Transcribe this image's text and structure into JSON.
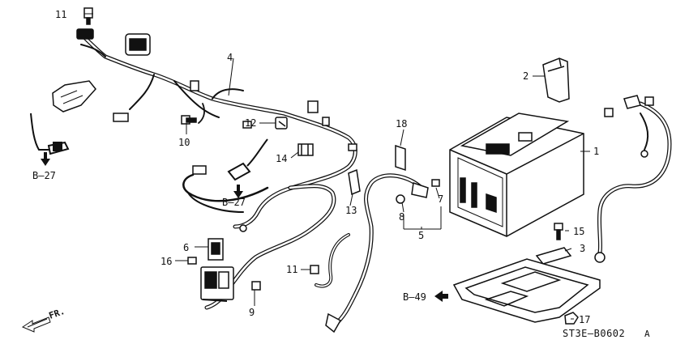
{
  "diagram": {
    "code": "ST3E–B0602",
    "code_suffix": "A",
    "front_marker": "FR.",
    "refs": {
      "b27_left": "B–27",
      "b27_center": "B–27",
      "b49": "B–49"
    },
    "callouts": {
      "c1": "1",
      "c2": "2",
      "c3": "3",
      "c4": "4",
      "c5": "5",
      "c6": "6",
      "c7": "7",
      "c8": "8",
      "c9": "9",
      "c10": "10",
      "c11_top": "11",
      "c11_bottom": "11",
      "c12": "12",
      "c13": "13",
      "c14": "14",
      "c15": "15",
      "c16": "16",
      "c17": "17",
      "c18": "18"
    }
  }
}
